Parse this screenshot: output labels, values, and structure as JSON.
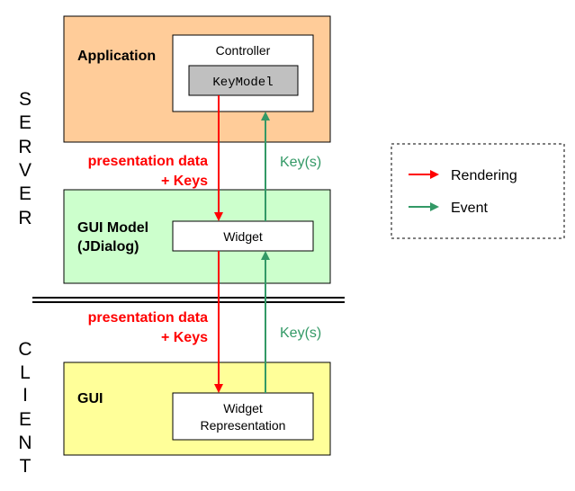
{
  "side_labels": {
    "server": [
      "S",
      "E",
      "R",
      "V",
      "E",
      "R"
    ],
    "client": [
      "C",
      "L",
      "I",
      "E",
      "N",
      "T"
    ]
  },
  "application": {
    "label": "Application",
    "controller": {
      "label": "Controller",
      "keymodel_label": "KeyModel"
    }
  },
  "gui_model": {
    "label_line1": "GUI Model",
    "label_line2": "(JDialog)",
    "widget_label": "Widget"
  },
  "gui": {
    "label": "GUI",
    "widget_rep_line1": "Widget",
    "widget_rep_line2": "Representation"
  },
  "flows": {
    "upper_left_line1": "presentation data",
    "upper_left_line2": "+ Keys",
    "upper_right": "Key(s)",
    "lower_left_line1": "presentation data",
    "lower_left_line2": "+ Keys",
    "lower_right": "Key(s)"
  },
  "legend": {
    "rendering": "Rendering",
    "event": "Event"
  },
  "colors": {
    "application_fill": "#ffcc99",
    "gui_model_fill": "#ccffcc",
    "gui_fill": "#ffff99",
    "keymodel_fill": "#c0c0c0",
    "rendering": "#ff0000",
    "event": "#339966",
    "rendering_text": "#ff0000",
    "event_text": "#339966"
  }
}
